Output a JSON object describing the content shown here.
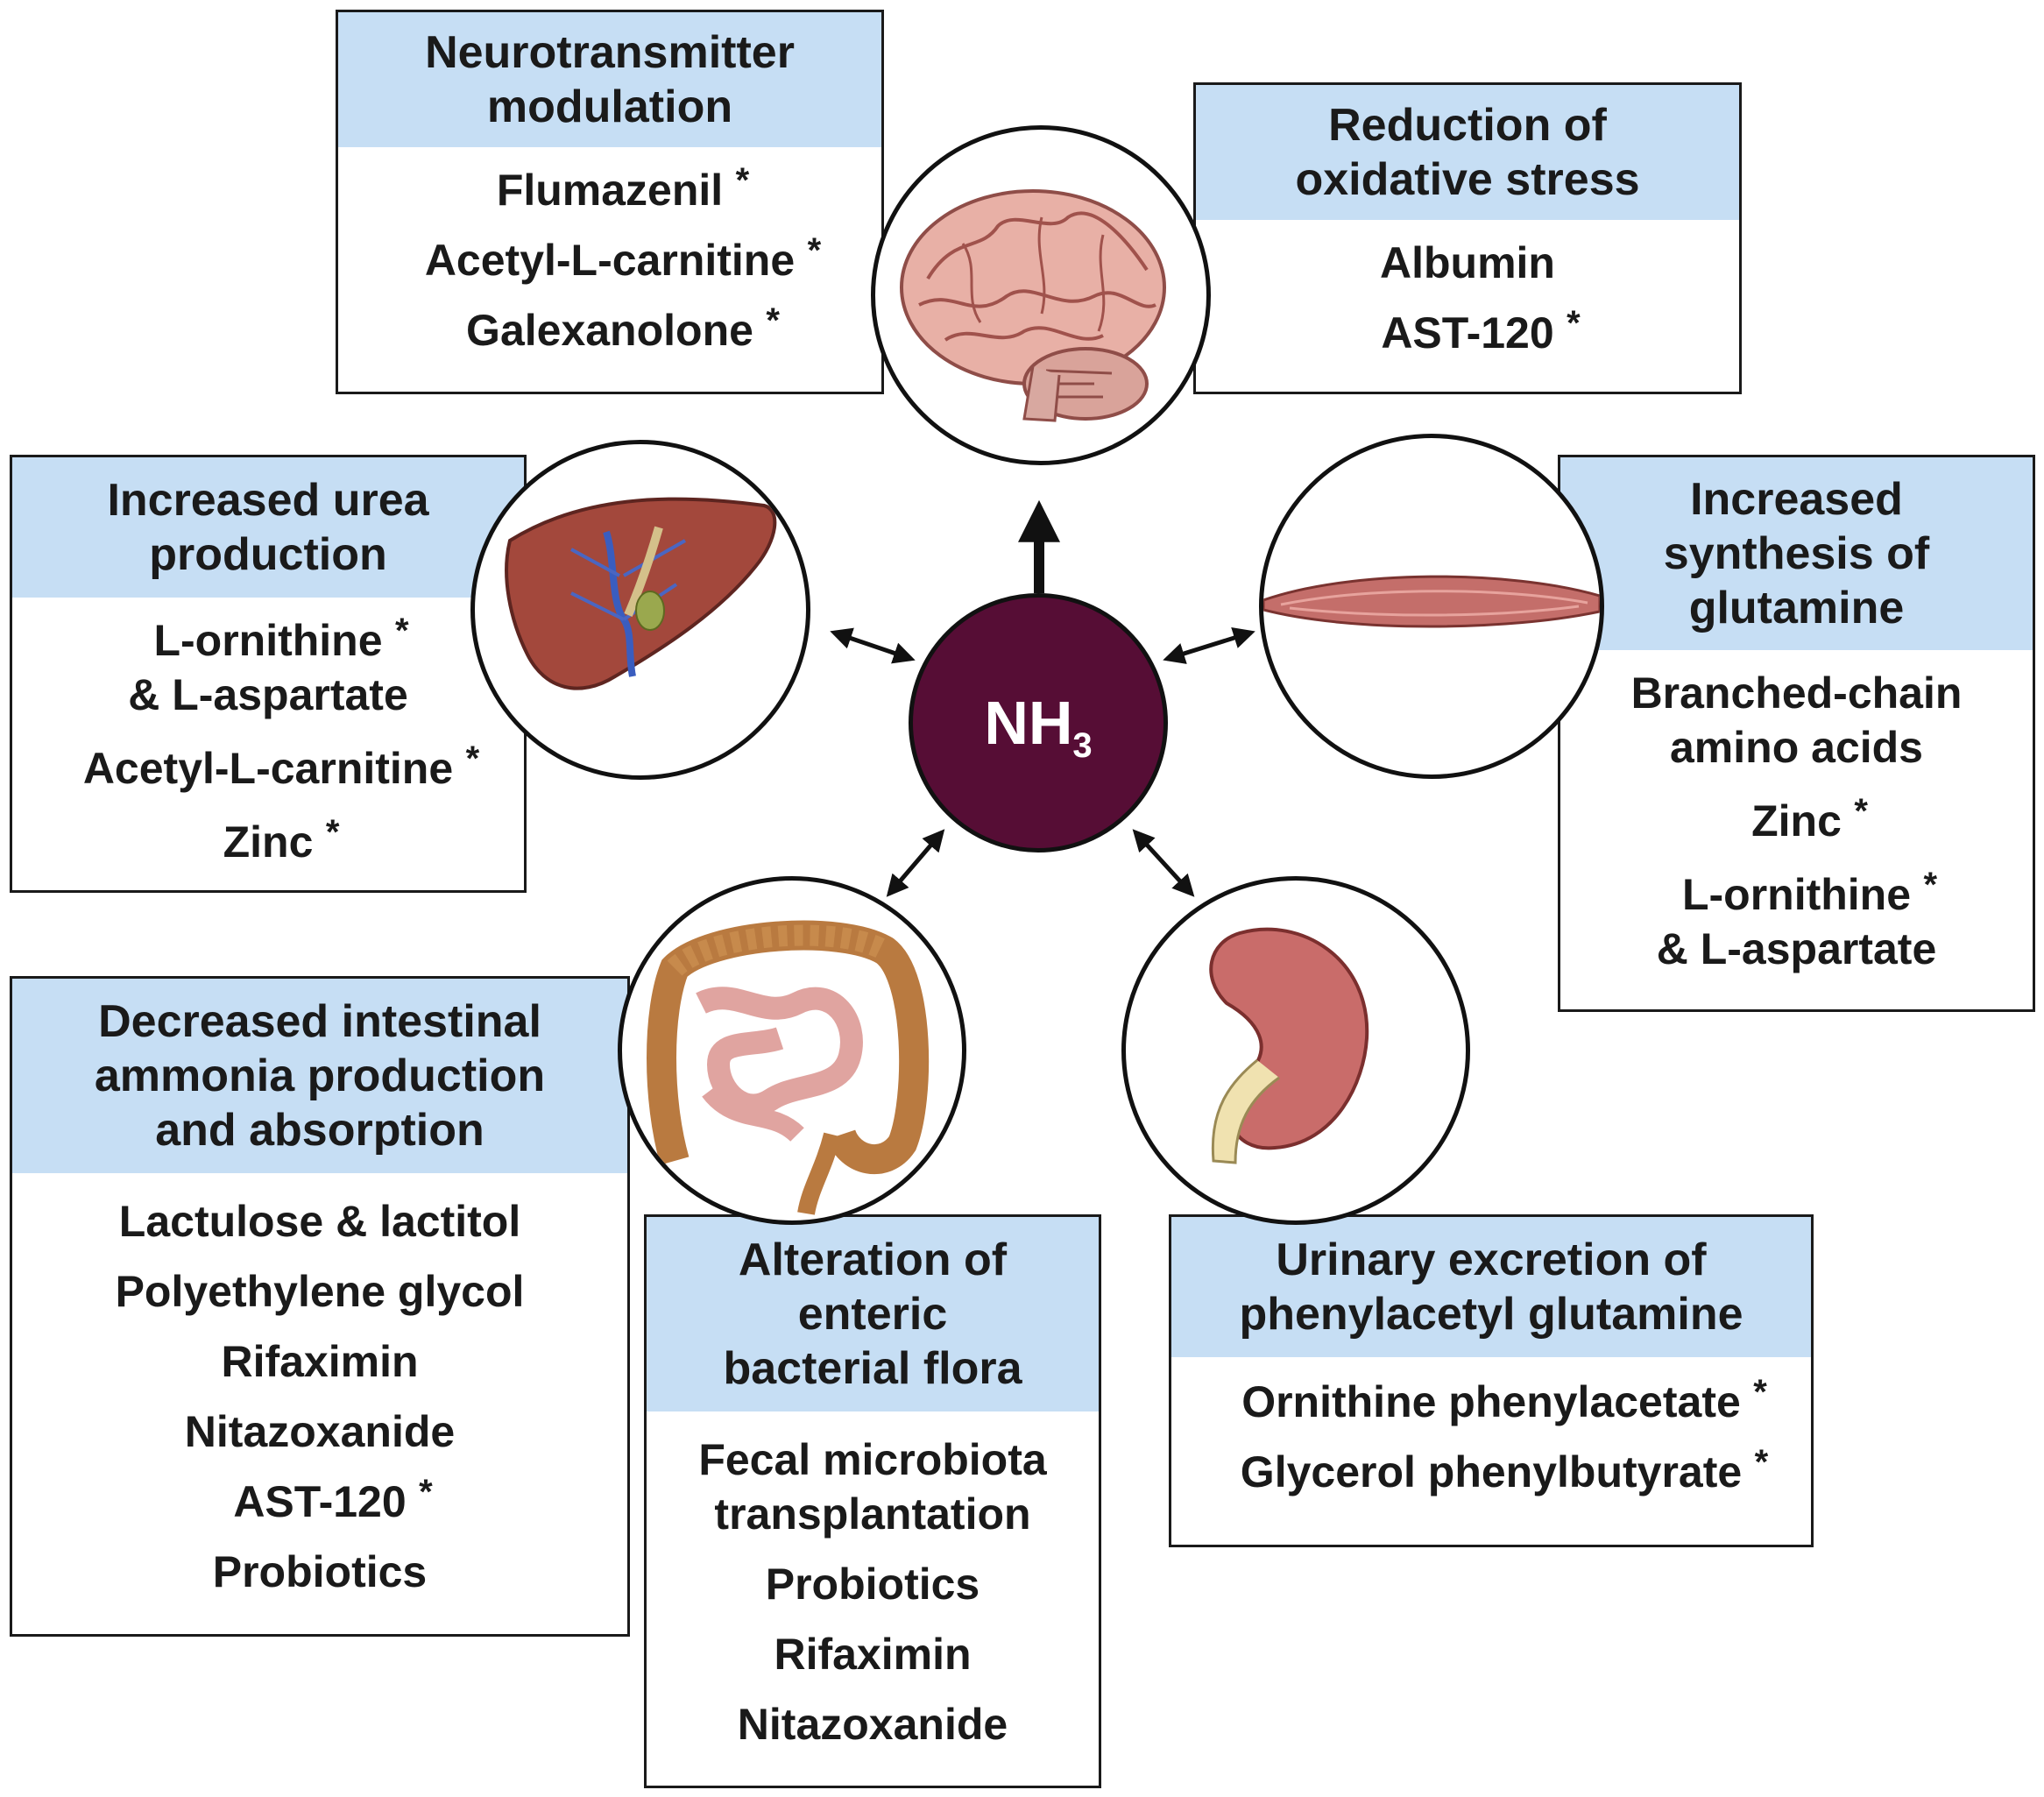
{
  "center": {
    "label": "NH",
    "subscript": "3",
    "color": "#560d35"
  },
  "colors": {
    "header_fill": "#c6def4",
    "border": "#1a1a1a"
  },
  "boxes": {
    "neuro": {
      "title": [
        "Neurotransmitter",
        "modulation"
      ],
      "items": [
        {
          "text": [
            "Flumazenil"
          ],
          "star": "*"
        },
        {
          "text": [
            "Acetyl-L-carnitine"
          ],
          "star": "*"
        },
        {
          "text": [
            "Galexanolone"
          ],
          "star": "*"
        }
      ]
    },
    "oxidative": {
      "title": [
        "Reduction of",
        "oxidative stress"
      ],
      "items": [
        {
          "text": [
            "Albumin"
          ],
          "star": ""
        },
        {
          "text": [
            "AST-120"
          ],
          "star": "*"
        }
      ]
    },
    "urea": {
      "title": [
        "Increased urea",
        "production"
      ],
      "items": [
        {
          "text": [
            "L-ornithine",
            "& L-aspartate"
          ],
          "star": "*"
        },
        {
          "text": [
            "Acetyl-L-carnitine"
          ],
          "star": "*"
        },
        {
          "text": [
            "Zinc"
          ],
          "star": "*"
        }
      ]
    },
    "glutamine": {
      "title": [
        "Increased",
        "synthesis of",
        "glutamine"
      ],
      "items": [
        {
          "text": [
            "Branched-chain",
            "amino acids"
          ],
          "star": ""
        },
        {
          "text": [
            "Zinc"
          ],
          "star": "*"
        },
        {
          "text": [
            "L-ornithine",
            "& L-aspartate"
          ],
          "star": "*"
        }
      ]
    },
    "intestinal": {
      "title": [
        "Decreased intestinal",
        "ammonia production",
        "and absorption"
      ],
      "items": [
        {
          "text": [
            "Lactulose & lactitol"
          ],
          "star": ""
        },
        {
          "text": [
            "Polyethylene glycol"
          ],
          "star": ""
        },
        {
          "text": [
            "Rifaximin"
          ],
          "star": ""
        },
        {
          "text": [
            "Nitazoxanide"
          ],
          "star": ""
        },
        {
          "text": [
            "AST-120"
          ],
          "star": "*"
        },
        {
          "text": [
            "Probiotics"
          ],
          "star": ""
        }
      ]
    },
    "flora": {
      "title": [
        "Alteration of",
        "enteric",
        "bacterial flora"
      ],
      "items": [
        {
          "text": [
            "Fecal microbiota",
            "transplantation"
          ],
          "star": ""
        },
        {
          "text": [
            "Probiotics"
          ],
          "star": ""
        },
        {
          "text": [
            "Rifaximin"
          ],
          "star": ""
        },
        {
          "text": [
            "Nitazoxanide"
          ],
          "star": ""
        }
      ]
    },
    "urinary": {
      "title": [
        "Urinary excretion of",
        "phenylacetyl glutamine"
      ],
      "items": [
        {
          "text": [
            "Ornithine phenylacetate"
          ],
          "star": "*"
        },
        {
          "text": [
            "Glycerol phenylbutyrate"
          ],
          "star": "*"
        }
      ]
    }
  },
  "organs": [
    "brain-icon",
    "liver-icon",
    "muscle-icon",
    "intestine-icon",
    "kidney-icon"
  ]
}
